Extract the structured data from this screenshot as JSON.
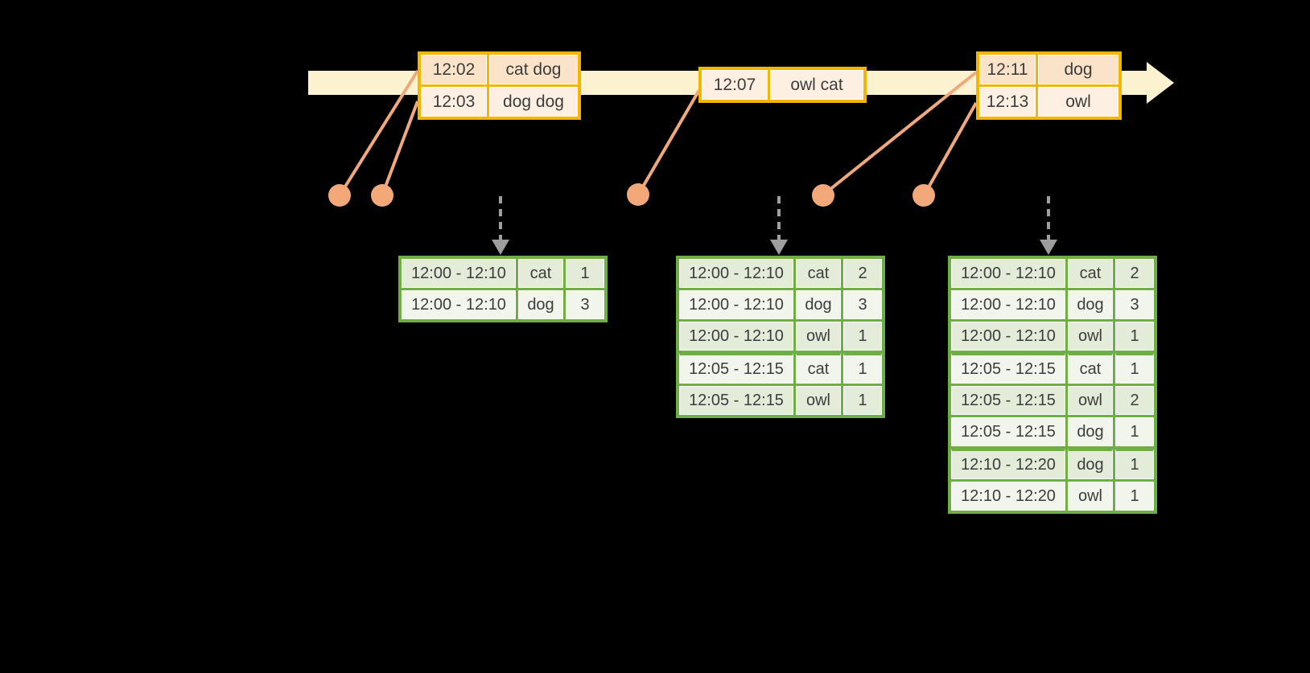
{
  "diagram": {
    "description_visible_content_only": "streaming windowed aggregation diagram",
    "timeline_direction": "left-to-right"
  },
  "colors": {
    "background": "#000000",
    "timeline_band": "#fdf2d0",
    "event_table_border": "#f2b600",
    "event_row_dark": "#fae3c8",
    "event_row_light": "#fdf0e2",
    "connector": "#f0a87d",
    "dot": "#f2a878",
    "result_table_border": "#6fae44",
    "result_row_dark": "#e2ecd8",
    "result_row_light": "#f1f5eb",
    "trigger_arrow": "#9e9e9e",
    "text": "#3d3d3d"
  },
  "event_tables": [
    {
      "rows": [
        [
          "12:02",
          "cat dog"
        ],
        [
          "12:03",
          "dog dog"
        ]
      ]
    },
    {
      "rows": [
        [
          "12:07",
          "owl cat"
        ]
      ]
    },
    {
      "rows": [
        [
          "12:11",
          "dog"
        ],
        [
          "12:13",
          "owl"
        ]
      ]
    }
  ],
  "result_tables": [
    {
      "rows": [
        [
          "12:00 - 12:10",
          "cat",
          "1"
        ],
        [
          "12:00 - 12:10",
          "dog",
          "3"
        ]
      ],
      "group_starts": [
        0
      ]
    },
    {
      "rows": [
        [
          "12:00 - 12:10",
          "cat",
          "2"
        ],
        [
          "12:00 - 12:10",
          "dog",
          "3"
        ],
        [
          "12:00 - 12:10",
          "owl",
          "1"
        ],
        [
          "12:05 - 12:15",
          "cat",
          "1"
        ],
        [
          "12:05 - 12:15",
          "owl",
          "1"
        ]
      ],
      "group_starts": [
        0,
        3
      ]
    },
    {
      "rows": [
        [
          "12:00 - 12:10",
          "cat",
          "2"
        ],
        [
          "12:00 - 12:10",
          "dog",
          "3"
        ],
        [
          "12:00 - 12:10",
          "owl",
          "1"
        ],
        [
          "12:05 - 12:15",
          "cat",
          "1"
        ],
        [
          "12:05 - 12:15",
          "owl",
          "2"
        ],
        [
          "12:05 - 12:15",
          "dog",
          "1"
        ],
        [
          "12:10 - 12:20",
          "dog",
          "1"
        ],
        [
          "12:10 - 12:20",
          "owl",
          "1"
        ]
      ],
      "group_starts": [
        0,
        3,
        6
      ]
    }
  ]
}
